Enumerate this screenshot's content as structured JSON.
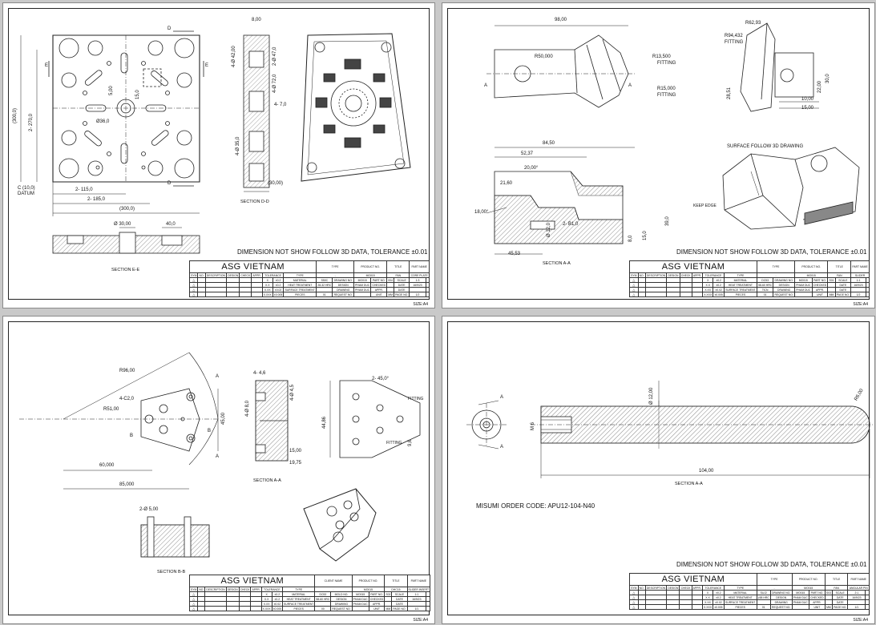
{
  "common": {
    "company": "ASG VIETNAM",
    "size_label": "SIZE:A4",
    "hdr": {
      "type": "TYPE",
      "product_no": "PRODUCT NO.",
      "title": "TITLE",
      "part_name": "PART NAME"
    },
    "rev_cols": [
      "SYM",
      "NO.",
      "DESCRIPTION",
      "DESIGN",
      "CHECK",
      "APPR."
    ],
    "tolerance_title": "TOLERANCE",
    "tolerance_rows": [
      [
        "X",
        "±0.2"
      ],
      [
        "X.X",
        "±0.2"
      ],
      [
        "X.XX",
        "±0.02"
      ],
      [
        "X.XXX",
        "±0.005"
      ]
    ],
    "type_symbol": "TYPE",
    "tri": "△"
  },
  "sheets": [
    {
      "id": "core-plate",
      "note": "DIMENSION NOT SHOW FOLLOW 3D DATA, TOLERANCE ±0.01",
      "labels": {
        "section_dd": "SECTION D-D",
        "section_ee": "SECTION E-E",
        "datum": "C (10,0) DATUM",
        "d1": "D",
        "d2": "D",
        "e1": "E",
        "e2": "E",
        "dim_270": "2- 270,0",
        "dim_300v": "(300,0)",
        "dim_115": "2- 115,0",
        "dim_185": "2- 185,0",
        "dim_300h": "(300,0)",
        "dim_36": "Ø36,0",
        "dim_5": "5,00",
        "dim_15": "15,0",
        "dim_8": "8,00",
        "dim_42": "4-Ø 42,00",
        "dim_47": "2-Ø 47,0",
        "dim_72": "4-Ø 72,0",
        "dim_7": "4- 7,0",
        "dim_35": "4-Ø 35,0",
        "dim_30": "(30,00)",
        "dim_e30": "Ø 30,00",
        "dim_e40": "40,0"
      },
      "table": {
        "type_val": "-",
        "product_val": "MO015",
        "title_val": "FAN",
        "part_val": "CORE PLATE",
        "rows": [
          [
            "MATERIAL",
            "S50C",
            "DRAWING NO.",
            "MO015",
            "PART NO.",
            "004",
            "SCALE",
            "1:3"
          ],
          [
            "HEAT TREATMENT",
            "28-32 HRC",
            "DESIGN",
            "PHAM DUC",
            "CHECKED",
            "",
            "DATE",
            "16/9/23"
          ],
          [
            "SURFACE TREATMENT",
            "",
            "DRAWING",
            "PHAM DUC",
            "APPR.",
            "",
            "DATE",
            ""
          ],
          [
            "PIECES",
            "01",
            "REQUEST NO.",
            "",
            "UNIT",
            "MM",
            "PAGE NO.",
            "1/2"
          ]
        ]
      }
    },
    {
      "id": "slider",
      "note": "DIMENSION NOT SHOW FOLLOW 3D DATA, TOLERANCE ±0.01",
      "labels": {
        "section_aa": "SECTION A-A",
        "a1": "A",
        "a2": "A",
        "d98": "98,00",
        "r50": "R50,000",
        "r13": "R13,500",
        "fit1": "FITTING",
        "r15": "R15,000",
        "fit2": "FITTING",
        "r62": "R62,93",
        "r94": "R94,432",
        "fit3": "FITTING",
        "d28": "28,51",
        "d22": "22,00",
        "d30": "30,0",
        "d10": "10,00",
        "d15b": "15,00",
        "d84": "84,50",
        "d52": "52,37",
        "d20": "20,00°",
        "d21": "21,60",
        "d18": "18,00°",
        "d39": "39,0",
        "d12": "Ø 12,0",
        "b1": "2- B1,0",
        "d15c": "15,0",
        "d8": "8,0",
        "d45": "45,53",
        "surface": "SURFACE FOLLOW 3D DRAWING",
        "keep": "KEEP EDGE"
      },
      "table": {
        "type_val": "-",
        "product_val": "MO015",
        "title_val": "FAN",
        "part_val": "SLIDER",
        "rows": [
          [
            "MATERIAL",
            "DC53",
            "DRAWING NO.",
            "MO015",
            "PART NO.",
            "S01",
            "SCALE",
            "1:1"
          ],
          [
            "HEAT TREATMENT",
            "58-60 HRC",
            "DESIGN",
            "PHAM DUC",
            "CHECKED",
            "",
            "DATE",
            "16/9/23"
          ],
          [
            "SURFACE TREATMENT",
            "TiCN",
            "DRAWING",
            "PHAM DUC",
            "APPR.",
            "",
            "DATE",
            ""
          ],
          [
            "PIECES",
            "01",
            "REQUEST NO.",
            "",
            "UNIT",
            "MM",
            "PAGE NO.",
            "1/2"
          ]
        ]
      }
    },
    {
      "id": "slider-insert",
      "note": "",
      "labels": {
        "section_aa": "SECTION A-A",
        "section_bb": "SECTION B-B",
        "r96": "R96,00",
        "r51": "R51,00",
        "c2": "4-C2,0",
        "a1": "A",
        "a2": "A",
        "b1": "B",
        "b2": "B",
        "d45": "45,00",
        "d60": "60,000",
        "d85": "85,000",
        "d46": "4- 4,6",
        "d8": "4-Ø 8,0",
        "d45b": "4-Ø 4,5",
        "d15": "15,00",
        "d19": "19,75",
        "d44": "44,86",
        "d45deg": "2- 45,0°",
        "fit1": "FITTING",
        "fit2": "FITTING",
        "d96": "9,6",
        "d5": "2-Ø 5,00"
      },
      "table": {
        "type_val": "-",
        "product_val": "MO015",
        "title_val": "DHC15",
        "part_val": "SLIDER INSERT",
        "rows": [
          [
            "MATERIAL",
            "DC53",
            "MOLD NO.",
            "MO015",
            "PART NO.",
            "S02",
            "SCALE",
            "1:1"
          ],
          [
            "HEAT TREATMENT",
            "58-60 HRC",
            "DESIGN",
            "PHAM DUC",
            "CHECKED",
            "",
            "DATE",
            "16/9/23"
          ],
          [
            "SURFACE TREATMENT",
            "",
            "DRAWING",
            "PHAM DUC",
            "APPR.",
            "",
            "DATE",
            ""
          ],
          [
            "PIECES",
            "00",
            "REQUEST NO.",
            "",
            "UNIT",
            "MM",
            "PAGE NO.",
            "1/1"
          ]
        ]
      },
      "table_hdr": {
        "type": "CLIENT NAME",
        "product_no": "PRODUCT NO.",
        "title": "TITLE",
        "part_name": "PART NAME"
      }
    },
    {
      "id": "angular-pin",
      "note": "DIMENSION NOT SHOW FOLLOW 3D DATA, TOLERANCE ±0.01",
      "labels": {
        "section_aa": "SECTION A-A",
        "misumi": "MISUMI ORDER CODE: APU12-104-N40",
        "a1": "A",
        "a2": "A",
        "d12": "Ø 12,00",
        "m6": "M 6",
        "d104": "104,00",
        "r6": "R6,00"
      },
      "table": {
        "type_val": "-",
        "product_val": "MO015",
        "title_val": "FAN",
        "part_val": "ANGULAR PIN",
        "rows": [
          [
            "MATERIAL",
            "SUJ2",
            "DRAWING NO.",
            "MO015",
            "PART NO.",
            "S03",
            "SCALE",
            "2:1"
          ],
          [
            "HEAT TREATMENT",
            "≥58 HRC",
            "DESIGN",
            "PHAM DUC",
            "CHECKED",
            "",
            "DATE",
            "16/9/23"
          ],
          [
            "SURFACE TREATMENT",
            "",
            "DRAWING",
            "PHAM DUC",
            "APPR.",
            "",
            "DATE",
            ""
          ],
          [
            "PIECES",
            "01",
            "REQUEST NO.",
            "",
            "UNIT",
            "MM",
            "PAGE NO.",
            "1/1"
          ]
        ]
      }
    }
  ]
}
